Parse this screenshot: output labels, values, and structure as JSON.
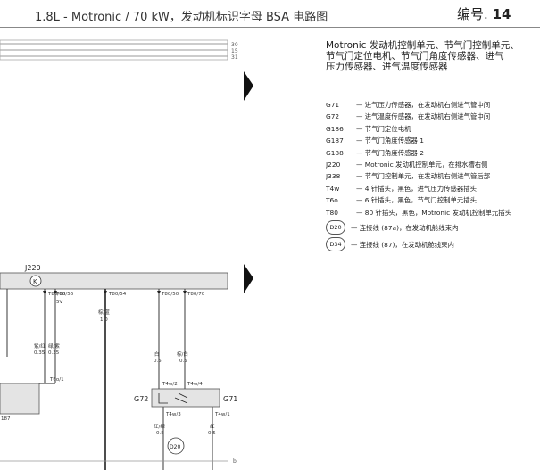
{
  "header": {
    "title": "1.8L - Motronic / 70 kW，发动机标识字母 BSA 电路图",
    "doc_label": "编号.",
    "doc_number": "14"
  },
  "description": {
    "text": "Motronic 发动机控制单元、节气门控制单元、\n节气门定位电机、节气门角度传感器、进气\n压力传感器、进气温度传感器"
  },
  "legend": {
    "items": [
      {
        "code": "G71",
        "text": "— 进气压力传感器，在发动机右侧进气管中间"
      },
      {
        "code": "G72",
        "text": "— 进气温度传感器，在发动机右侧进气管中间"
      },
      {
        "code": "G186",
        "text": "— 节气门定位电机"
      },
      {
        "code": "G187",
        "text": "— 节气门角度传感器 1"
      },
      {
        "code": "G188",
        "text": "— 节气门角度传感器 2"
      },
      {
        "code": "J220",
        "text": "— Motronic 发动机控制单元，在排水槽右侧"
      },
      {
        "code": "J338",
        "text": "— 节气门控制单元，在发动机右侧进气管后部"
      },
      {
        "code": "T4w",
        "text": "— 4 针插头，黑色，进气压力传感器插头"
      },
      {
        "code": "T6o",
        "text": "— 6 针插头，黑色，节气门控制单元插头"
      },
      {
        "code": "T80",
        "text": "— 80 针插头，黑色，Motronic 发动机控制单元插头"
      }
    ],
    "circles": [
      {
        "code": "D20",
        "text": "— 连接线 (87a)，在发动机舱线束内"
      },
      {
        "code": "D34",
        "text": "— 连接线 (87)，在发动机舱线束内"
      }
    ]
  },
  "diagram": {
    "bus_labels": [
      "30",
      "15",
      "31"
    ],
    "module_name": "J220",
    "module_icon": "K",
    "pins": [
      "T80/68",
      "T80/56",
      "T80/54",
      "T80/50",
      "T80/70"
    ],
    "pin_note": "5V",
    "wires": {
      "w1_color": "紫/红",
      "w1_size": "0.35",
      "w2_color": "绿/紫",
      "w2_size": "0.35",
      "w3_color": "棕/蓝",
      "w3_size": "1.0",
      "w4_color": "白",
      "w4_size": "0.5",
      "w5_color": "棕/白",
      "w5_size": "0.5",
      "w6_color": "红/绿",
      "w6_size": "0.5",
      "w7_color": "红",
      "w7_size": "0.5"
    },
    "connectors": [
      "T6o/1",
      "T4w/2",
      "T4w/4",
      "T4w/3",
      "T4w/1"
    ],
    "sensor_left": "G72",
    "sensor_right": "G71",
    "ref_187": "187",
    "junction": "D20",
    "ground_label": "b"
  }
}
